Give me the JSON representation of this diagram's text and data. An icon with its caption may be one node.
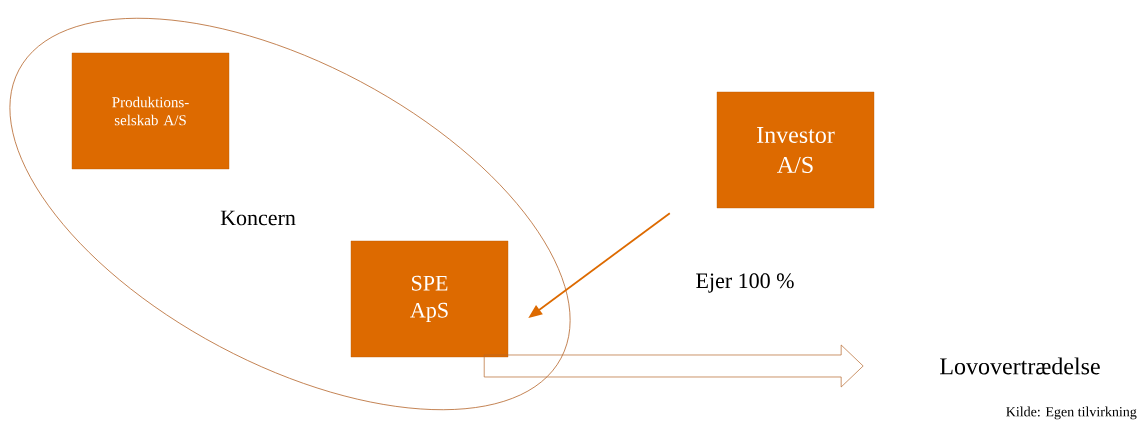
{
  "diagram": {
    "nodes": [
      {
        "text": [
          "Koncern"
        ]
      },
      {
        "text": [
          "Produktions- selskab A/S"
        ],
        "in": 0
      },
      {
        "text": [
          "SPE ApS"
        ],
        "in": 0
      },
      {
        "text": [
          "Investor A/S"
        ]
      },
      {
        "text": [
          "Lovovertrædelse"
        ]
      }
    ],
    "edges": [
      {
        "from": 3,
        "to": 2,
        "arrow": "to",
        "label": "Ejer 100 %"
      },
      {
        "from": 2,
        "to": 4,
        "arrow": "to",
        "color": "#b5652a"
      }
    ],
    "labels": [
      "Kilde: Egen tilvirkning"
    ]
  }
}
